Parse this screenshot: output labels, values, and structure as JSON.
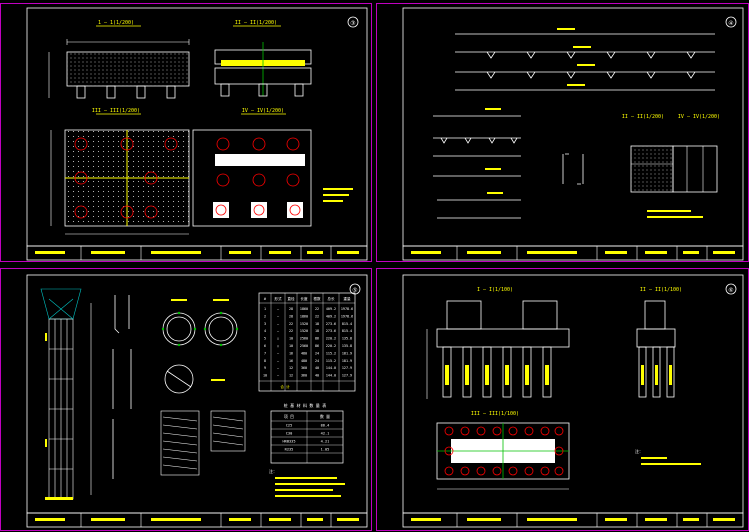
{
  "sheets": [
    {
      "number": "③",
      "views": [
        "1 — 1(1/200)",
        "II — II(1/200)",
        "III — III(1/200)",
        "IV — IV(1/200)"
      ]
    },
    {
      "number": "④",
      "views": [
        "II — II(1/200)",
        "IV — IV(1/200)"
      ]
    },
    {
      "number": "⑤",
      "table_header": [
        "#",
        "形式",
        "直径",
        "长度",
        "根数",
        "总长",
        "重量"
      ],
      "table_rows": [
        [
          "1",
          "—",
          "28",
          "1860",
          "22",
          "409.2",
          "1978.6"
        ],
        [
          "2",
          "—",
          "28",
          "1860",
          "22",
          "409.2",
          "1978.6"
        ],
        [
          "3",
          "—",
          "22",
          "1520",
          "18",
          "273.6",
          "815.4"
        ],
        [
          "4",
          "—",
          "22",
          "1520",
          "18",
          "273.6",
          "815.4"
        ],
        [
          "5",
          "○",
          "10",
          "2560",
          "86",
          "220.2",
          "135.8"
        ],
        [
          "6",
          "○",
          "10",
          "2560",
          "86",
          "220.2",
          "135.8"
        ],
        [
          "7",
          "—",
          "16",
          "480",
          "24",
          "115.2",
          "181.9"
        ],
        [
          "8",
          "—",
          "16",
          "480",
          "24",
          "115.2",
          "181.9"
        ],
        [
          "9",
          "—",
          "12",
          "360",
          "40",
          "144.0",
          "127.9"
        ],
        [
          "10",
          "—",
          "12",
          "360",
          "40",
          "144.0",
          "127.9"
        ]
      ],
      "table_total": "合 计",
      "table2_title": "桩 基 材 料 数 量 表",
      "table2_header": [
        "项 目",
        "数 量"
      ],
      "table2_rows": [
        [
          "C25",
          "86.4"
        ],
        [
          "C30",
          "42.1"
        ],
        [
          "HRB335",
          "4.21"
        ],
        [
          "R235",
          "1.05"
        ],
        [
          "",
          ""
        ]
      ],
      "note": "注："
    },
    {
      "number": "⑥",
      "views": [
        "I — I(1/100)",
        "II — II(1/100)",
        "III — III(1/100)"
      ],
      "note": "注："
    }
  ],
  "colors": {
    "border": "#c000c0",
    "line": "#ffffff",
    "accent": "#ffff00",
    "rebar": "#ff0000",
    "centerline": "#00c000"
  }
}
